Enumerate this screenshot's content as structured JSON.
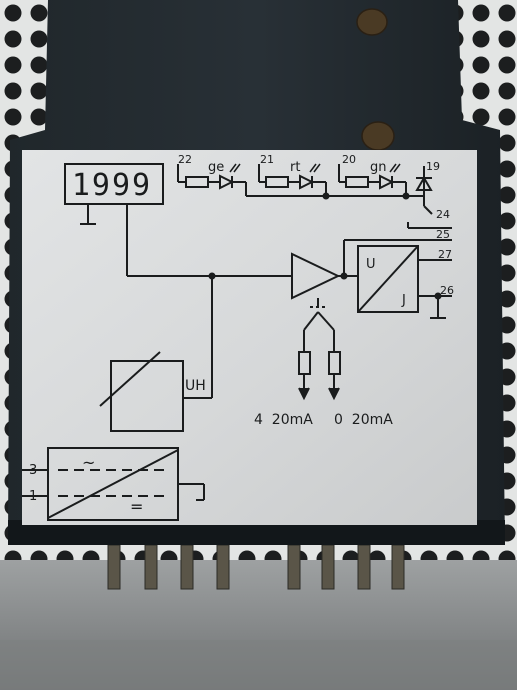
{
  "display": {
    "digits": "1999"
  },
  "leds": [
    {
      "terminal": "22",
      "code": "ge"
    },
    {
      "terminal": "21",
      "code": "rt"
    },
    {
      "terminal": "20",
      "code": "gn"
    }
  ],
  "terminals": {
    "t19": "19",
    "t24": "24",
    "t25": "25",
    "t27": "27",
    "t26": "26",
    "t3": "3",
    "t1": "1"
  },
  "converter": {
    "u": "U",
    "j": "J"
  },
  "potentiometer": {
    "label": "UH"
  },
  "outputs": {
    "range1": "4  20mA",
    "range2": "0  20mA"
  },
  "power": {
    "ac_symbol": "~",
    "dc_symbol": "="
  },
  "colors": {
    "plate": "#d8dadb",
    "housing": "#1d2326",
    "perforated": "#e9ebea",
    "ink": "#1a1c1d",
    "screw": "#4a3a24"
  }
}
